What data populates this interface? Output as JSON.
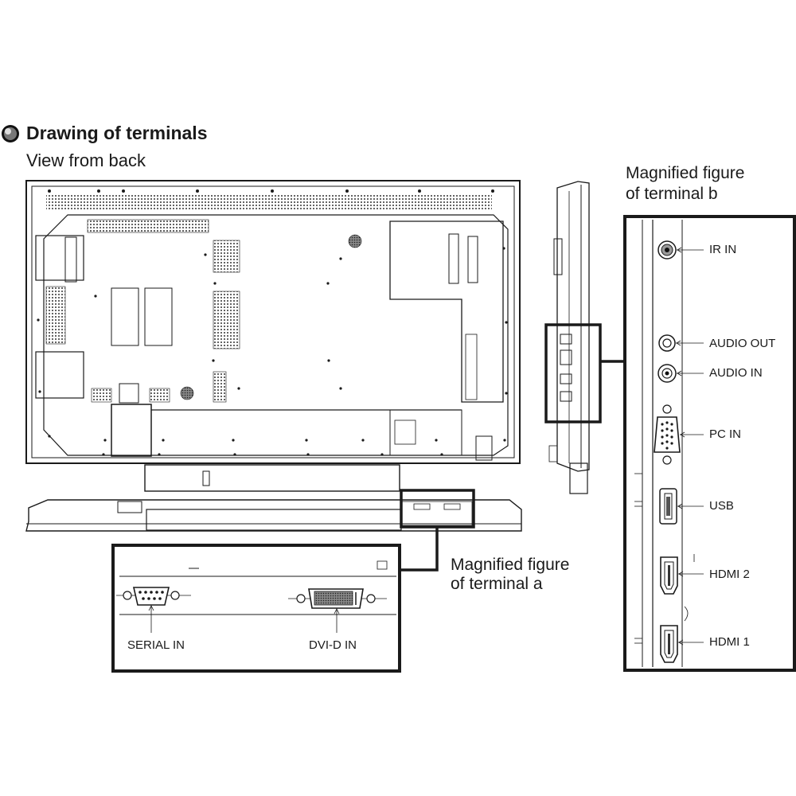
{
  "heading": {
    "title": "Drawing of terminals",
    "subtitle": "View from back"
  },
  "magnified_a": {
    "caption_line1": "Magnified figure",
    "caption_line2": "of terminal a",
    "ports": {
      "serial": "SERIAL IN",
      "dvi": "DVI-D IN"
    }
  },
  "magnified_b": {
    "caption_line1": "Magnified figure",
    "caption_line2": "of terminal b",
    "ports": {
      "ir_in": "IR IN",
      "audio_out": "AUDIO OUT",
      "audio_in": "AUDIO IN",
      "pc_in": "PC IN",
      "usb": "USB",
      "hdmi2": "HDMI 2",
      "hdmi1": "HDMI 1"
    }
  },
  "colors": {
    "line": "#1a1a1a",
    "hatch": "#555555",
    "background": "#ffffff"
  }
}
